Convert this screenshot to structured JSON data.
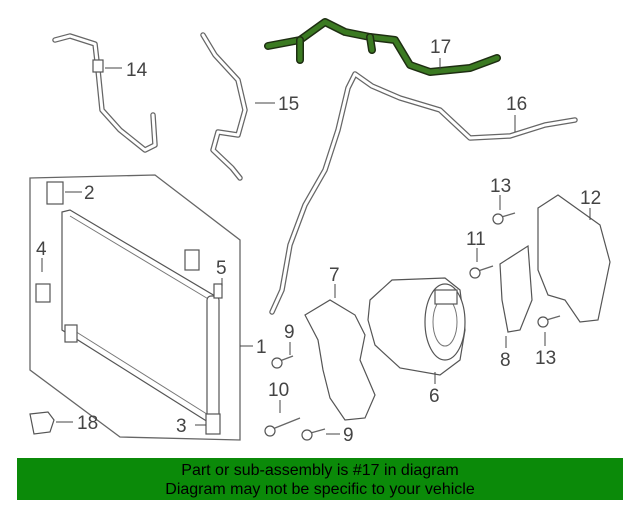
{
  "callouts": {
    "c1": "1",
    "c2": "2",
    "c3": "3",
    "c4": "4",
    "c5": "5",
    "c6": "6",
    "c7": "7",
    "c8": "8",
    "c9a": "9",
    "c9b": "9",
    "c10": "10",
    "c11": "11",
    "c12": "12",
    "c13a": "13",
    "c13b": "13",
    "c14": "14",
    "c15": "15",
    "c16": "16",
    "c17": "17",
    "c18": "18"
  },
  "banner": {
    "line1": "Part or sub-assembly is #17 in diagram",
    "line2": "Diagram may not be specific to your vehicle"
  },
  "colors": {
    "banner": "#0b8a09",
    "highlight": "#3b7a22"
  }
}
